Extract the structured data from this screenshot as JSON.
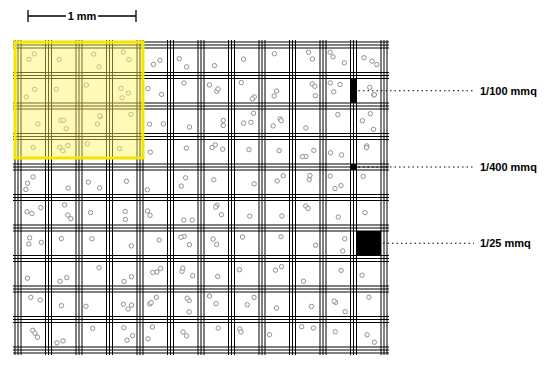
{
  "diagram": {
    "labels": [
      "1 mm",
      "1/100 mmq",
      "1/400 mmq",
      "1/25 mmq"
    ]
  }
}
